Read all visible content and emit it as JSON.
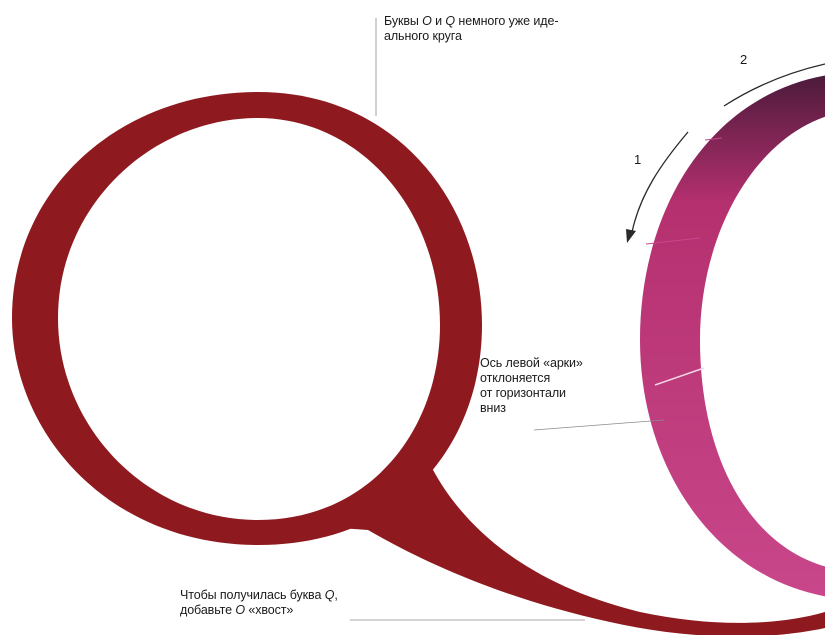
{
  "annotations": {
    "top": {
      "part1": "Буквы ",
      "o": "O",
      "part2": " и ",
      "q": "Q",
      "part3": " немного уже иде-",
      "line2": "ального круга"
    },
    "middle": {
      "line1": "Ось левой «арки»",
      "line2": "отклоняется",
      "line3": "от горизонтали",
      "line4": "вниз"
    },
    "bottom": {
      "part1": "Чтобы получилась буква ",
      "q": "Q",
      "part2": ",",
      "part3": "добавьте ",
      "o": "O",
      "part4": " «хвост»"
    }
  },
  "arrow_labels": {
    "first": "1",
    "second": "2"
  },
  "colors": {
    "q_letter": "#8e1a20",
    "q_letter_dark": "#6f1117",
    "o_ring": "#b5306f",
    "o_ring_light": "#c8478a",
    "o_ring_dark": "#4a1a3a",
    "leader_line": "#8a8a8a",
    "arrow": "#2a2a2a"
  }
}
